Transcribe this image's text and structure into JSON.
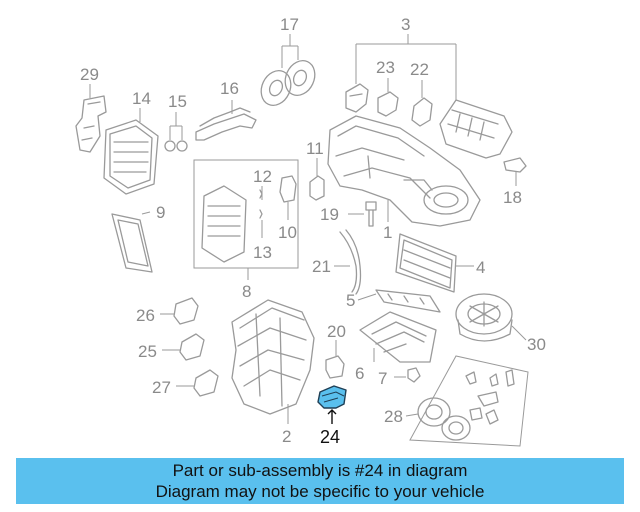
{
  "diagram": {
    "callouts": {
      "c2": "2",
      "c3": "3",
      "c4": "4",
      "c5": "5",
      "c6": "6",
      "c7": "7",
      "c8": "8",
      "c9": "9",
      "c10": "10",
      "c11": "11",
      "c12": "12",
      "c13": "13",
      "c14": "14",
      "c15": "15",
      "c16": "16",
      "c17": "17",
      "c18": "18",
      "c19": "19",
      "c20": "20",
      "c21": "21",
      "c22": "22",
      "c23": "23",
      "c24": "24",
      "c25": "25",
      "c26": "26",
      "c27": "27",
      "c28": "28",
      "c29": "29",
      "c30": "30",
      "c1": "1"
    },
    "highlight_color": "#5ac0ee",
    "part_color": "#9a9a9a"
  },
  "banner": {
    "line1": "Part or sub-assembly is #24 in diagram",
    "line2": "Diagram may not be specific to your vehicle",
    "background": "#5ac0ee"
  }
}
